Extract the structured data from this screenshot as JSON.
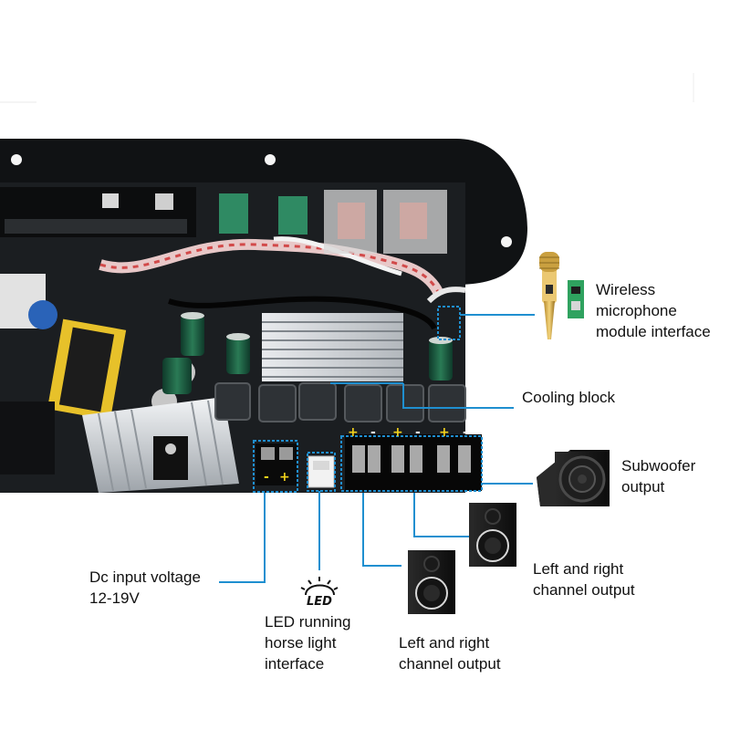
{
  "colors": {
    "callout": "#1f8fd0",
    "board": "#16181b",
    "plus": "#f2d21b",
    "minus": "#ffffff"
  },
  "labels": {
    "wireless": [
      "Wireless",
      "microphone",
      "module interface"
    ],
    "cooling": "Cooling block",
    "subwoofer": [
      "Subwoofer",
      "output"
    ],
    "lr_right": [
      "Left and right",
      "channel output"
    ],
    "lr_bottom": [
      "Left and right",
      "channel output"
    ],
    "dc_input": [
      "Dc input voltage",
      "12-19V"
    ],
    "led": [
      "LED running",
      "horse light",
      "interface"
    ]
  },
  "icons": {
    "led_badge": "LED"
  },
  "terminals": {
    "dc": [
      "-",
      "+"
    ],
    "speakers": [
      "+",
      "-",
      "+",
      "-",
      "+",
      "-"
    ]
  }
}
